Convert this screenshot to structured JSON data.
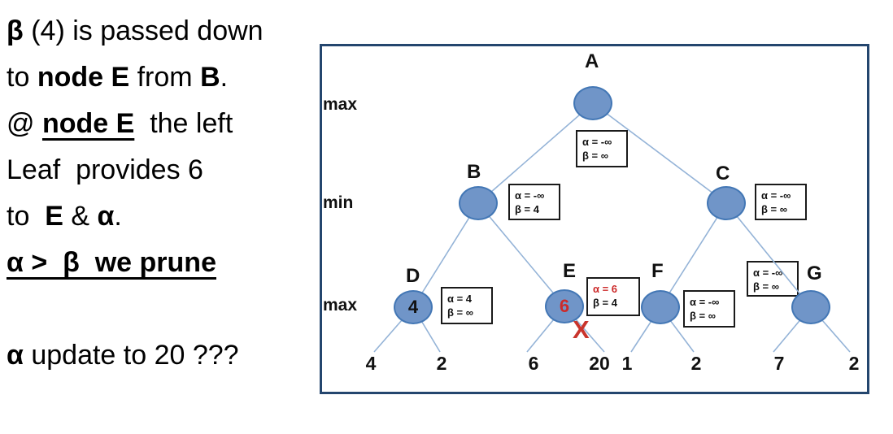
{
  "notes": {
    "line1_bold": "β",
    "line1_rest": " (4) is passed down",
    "line2_pre": "to ",
    "line2_bold1": "node E",
    "line2_mid": " from ",
    "line2_bold2": "B",
    "line2_end": ".",
    "line3_pre": "@ ",
    "line3_underlined": "node E",
    "line3_rest": "  the left",
    "line4": "Leaf  provides 6",
    "line5_pre": "to  ",
    "line5_bold1": "E",
    "line5_mid": " & ",
    "line5_bold2": "α",
    "line5_end": ".",
    "line6": "α >  β  we prune",
    "line7_bold": "α",
    "line7_rest": " update to 20 ???"
  },
  "tree": {
    "level_labels": [
      "max",
      "min",
      "max"
    ],
    "node_labels": {
      "a": "A",
      "b": "B",
      "c": "C",
      "d": "D",
      "e": "E",
      "f": "F",
      "g": "G"
    },
    "node_values": {
      "d": "4",
      "e": "6"
    },
    "ab_boxes": {
      "a": {
        "alpha": "α = -∞",
        "beta": "β = ∞"
      },
      "b": {
        "alpha": "α = -∞",
        "beta": "β = 4"
      },
      "c": {
        "alpha": "α = -∞",
        "beta": "β = ∞"
      },
      "d": {
        "alpha": "α = 4",
        "beta": "β = ∞"
      },
      "e": {
        "alpha": "α = 6",
        "beta": "β = 4"
      },
      "f": {
        "alpha": "α = -∞",
        "beta": "β = ∞"
      },
      "g": {
        "alpha": "α = -∞",
        "beta": "β = ∞"
      }
    },
    "leaves": [
      "4",
      "2",
      "6",
      "20",
      "1",
      "2",
      "7",
      "2"
    ],
    "prune_mark": "X"
  },
  "colors": {
    "frame_border": "#24466E",
    "node_fill": "#7095C8",
    "node_border": "#4377B5",
    "edge": "#94B3D7",
    "alphabeta_box_border": "#1A1A1A",
    "red_highlight": "#CC2A2A",
    "text": "#000000"
  }
}
